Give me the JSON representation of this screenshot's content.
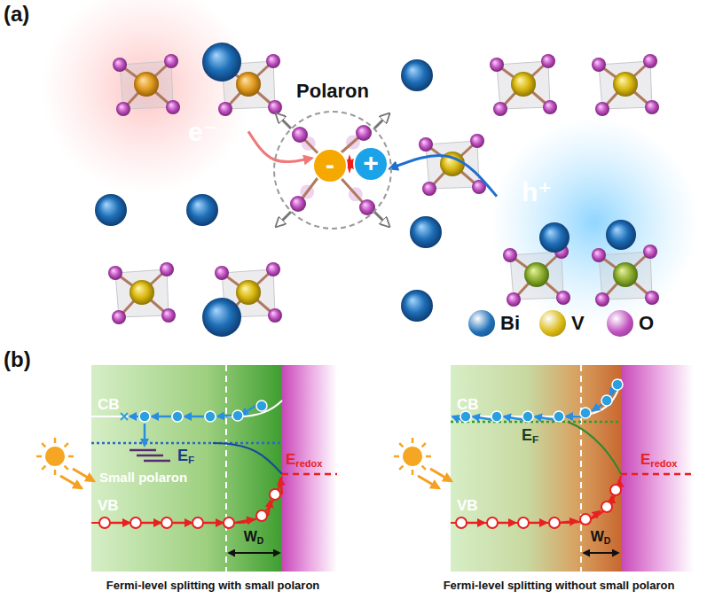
{
  "diagram": {
    "nodes": [
      {
        "text": [
          "e⁻"
        ]
      },
      {
        "text": [
          "Polaron"
        ]
      },
      {
        "text": [
          "-"
        ],
        "in": 1
      },
      {
        "text": [
          "+"
        ]
      },
      {
        "text": [
          "h⁺"
        ]
      }
    ],
    "edges": [
      {
        "from": 0,
        "to": 2,
        "arrow": "to"
      },
      {
        "from": 4,
        "to": 3,
        "arrow": "to"
      }
    ],
    "labels": [
      "(a)",
      "(b)",
      "CB",
      "VB",
      "Small polaron",
      "EF",
      "Eredox",
      "WD",
      "CB",
      "VB",
      "EF",
      "Eredox",
      "WD",
      "Fermi-level splitting with small polaron",
      "Fermi-level splitting without small polaron"
    ],
    "legend": [
      {
        "text": "Bi",
        "color": "#1e6fb8"
      },
      {
        "text": "V",
        "color": "#d9b810"
      },
      {
        "text": "O",
        "color": "#c050c0"
      }
    ]
  }
}
